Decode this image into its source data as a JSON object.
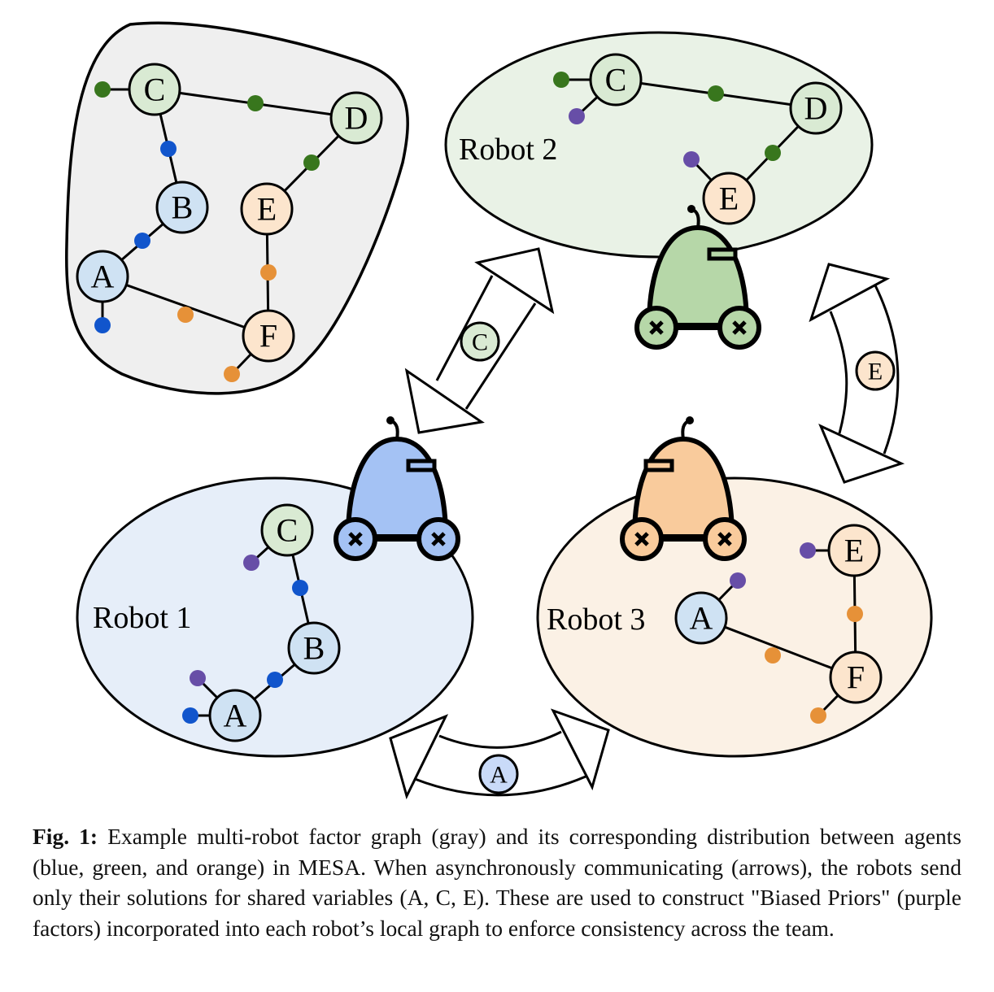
{
  "colors": {
    "green_var": "#d9ead3",
    "blue_var": "#cfe2f3",
    "orange_var": "#fce5cd",
    "blue_var_dark": "#c9daf8",
    "green_factor": "#38761d",
    "blue_factor": "#1155cc",
    "orange_factor": "#e69138",
    "purple_factor": "#674ea7",
    "gray_region": "#efefef",
    "robot1_region": "#e6eef9",
    "robot2_region": "#e9f2e6",
    "robot3_region": "#fbf1e5",
    "robot1_body": "#a4c2f4",
    "robot2_body": "#b6d7a8",
    "robot3_body": "#f9cb9c"
  },
  "regions": {
    "full_graph": {
      "variables": [
        {
          "id": "C",
          "color": "green_var"
        },
        {
          "id": "D",
          "color": "green_var"
        },
        {
          "id": "B",
          "color": "blue_var"
        },
        {
          "id": "E",
          "color": "orange_var"
        },
        {
          "id": "A",
          "color": "blue_var"
        },
        {
          "id": "F",
          "color": "orange_var"
        }
      ]
    },
    "robot2": {
      "label": "Robot 2",
      "variables": [
        {
          "id": "C",
          "color": "green_var"
        },
        {
          "id": "D",
          "color": "green_var"
        },
        {
          "id": "E",
          "color": "orange_var"
        }
      ]
    },
    "robot1": {
      "label": "Robot 1",
      "variables": [
        {
          "id": "C",
          "color": "green_var"
        },
        {
          "id": "B",
          "color": "blue_var"
        },
        {
          "id": "A",
          "color": "blue_var"
        }
      ]
    },
    "robot3": {
      "label": "Robot 3",
      "variables": [
        {
          "id": "E",
          "color": "orange_var"
        },
        {
          "id": "A",
          "color": "blue_var"
        },
        {
          "id": "F",
          "color": "orange_var"
        }
      ]
    }
  },
  "arrows": [
    {
      "label": "C",
      "between": [
        "Robot 1",
        "Robot 2"
      ],
      "color": "green_var"
    },
    {
      "label": "E",
      "between": [
        "Robot 2",
        "Robot 3"
      ],
      "color": "orange_var"
    },
    {
      "label": "A",
      "between": [
        "Robot 1",
        "Robot 3"
      ],
      "color": "blue_var_dark"
    }
  ],
  "caption": {
    "prefix": "Fig. 1:",
    "text": "Example multi-robot factor graph (gray) and its corresponding distribution between agents (blue, green, and orange) in MESA. When asynchronously communicating (arrows), the robots send only their solutions for shared variables (A, C, E). These are used to construct \"Biased Priors\" (purple factors) incorporated into each robot’s local graph to enforce consistency across the team."
  }
}
